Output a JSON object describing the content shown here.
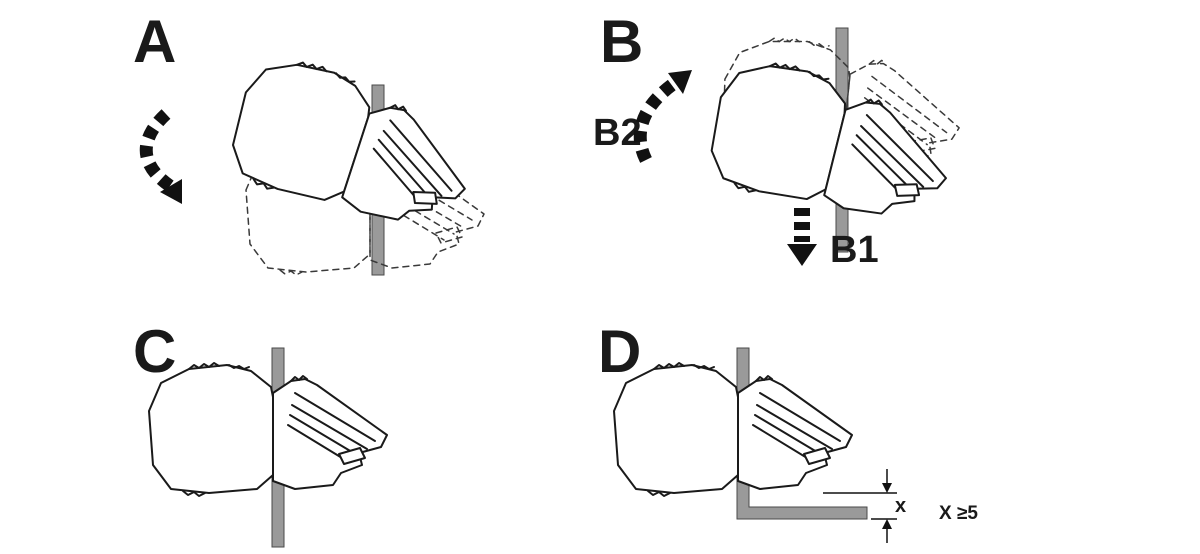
{
  "diagram": {
    "background_color": "#ffffff",
    "line_color": "#1a1a1a",
    "rail_color": "#9a9a9a",
    "panels": {
      "a": {
        "label": "A"
      },
      "b": {
        "label": "B",
        "arrow_down_label": "B1",
        "arrow_rotate_label": "B2"
      },
      "c": {
        "label": "C"
      },
      "d": {
        "label": "D",
        "dimension_label": "x",
        "dimension_note": "X ≥5"
      }
    }
  }
}
